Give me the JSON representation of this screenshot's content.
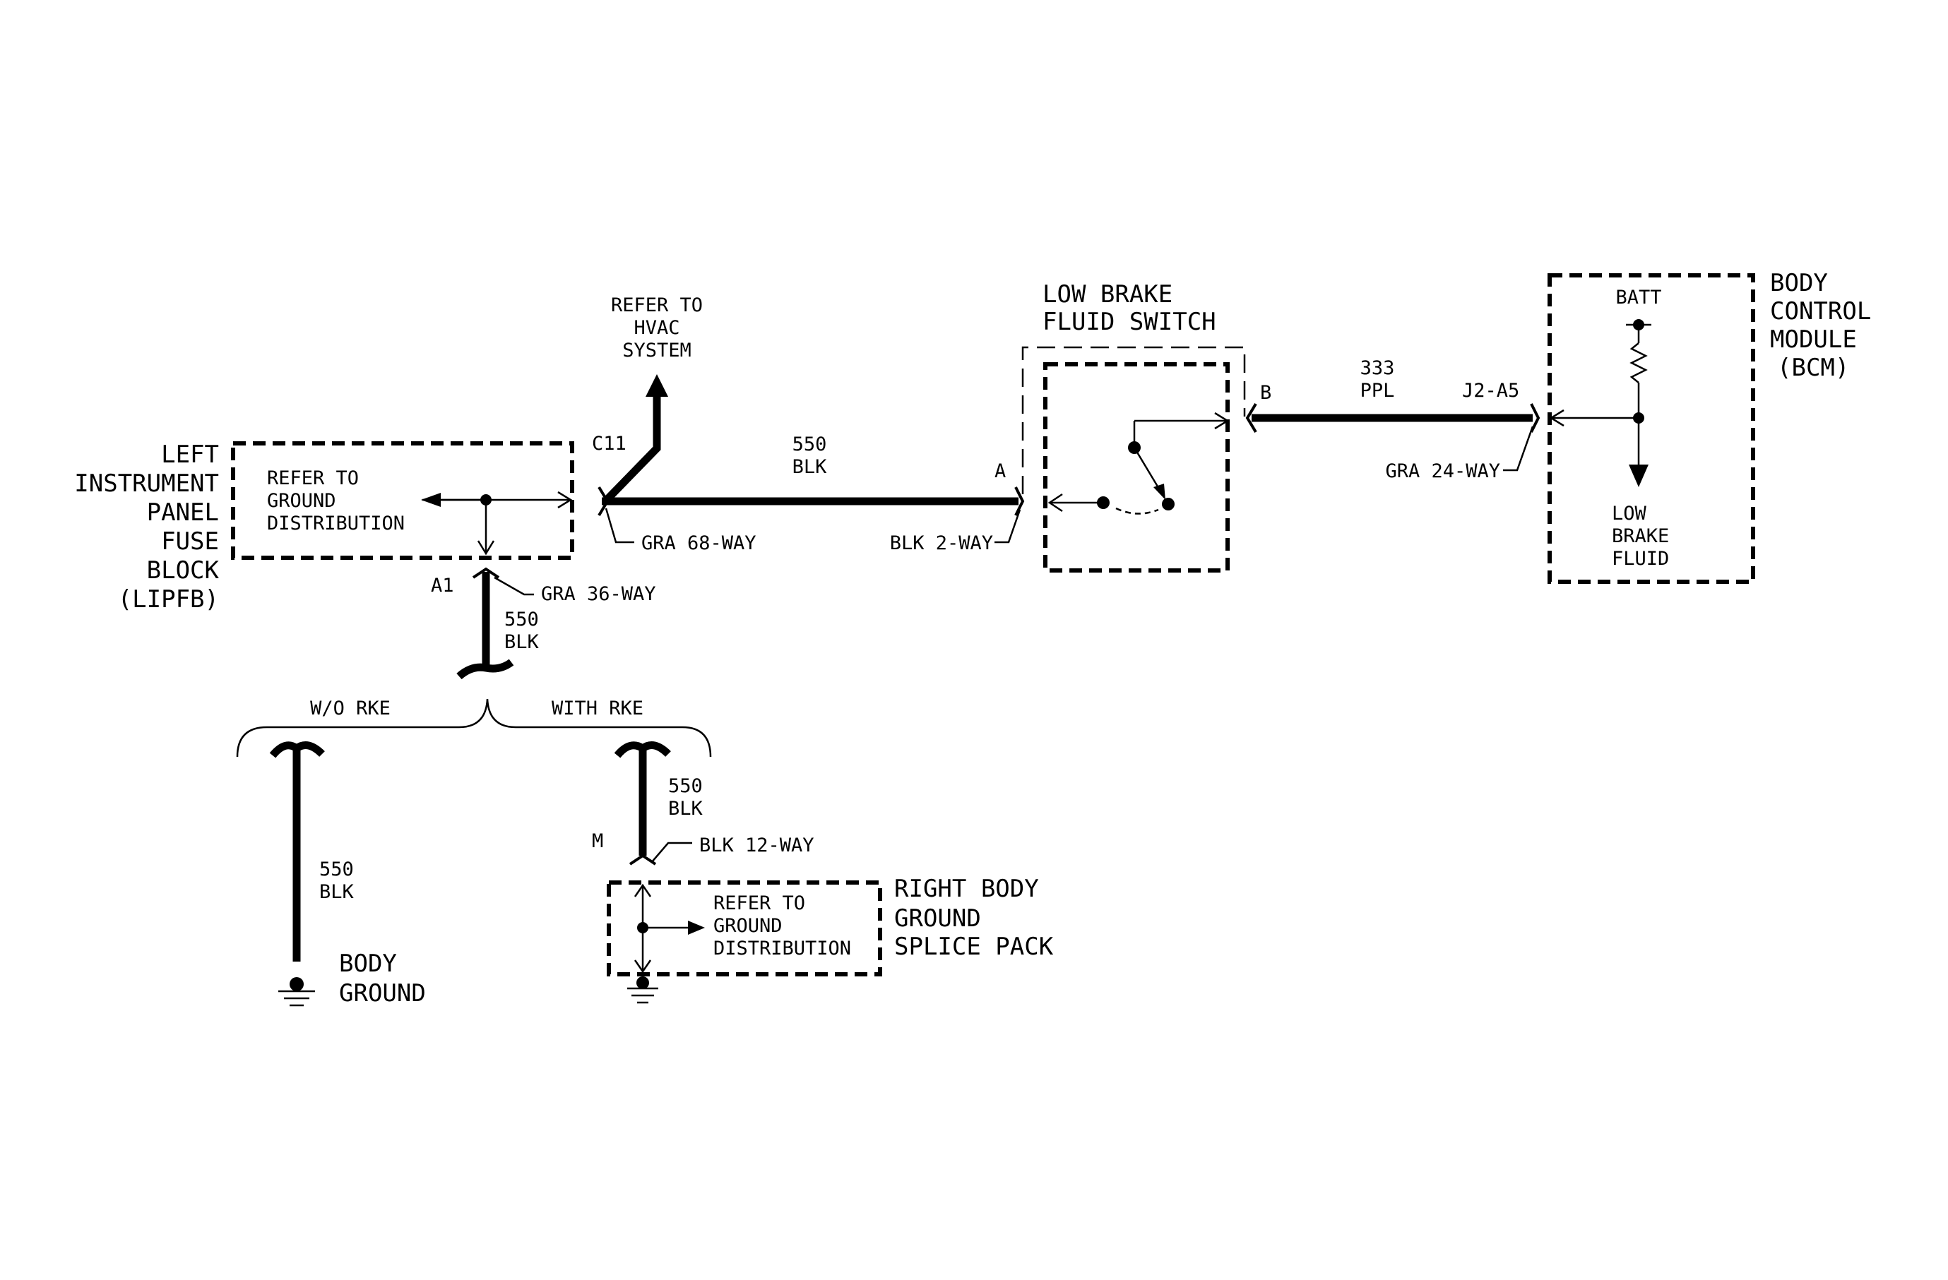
{
  "fuse_block": {
    "name_lines": [
      "LEFT",
      "INSTRUMENT",
      "PANEL",
      "FUSE",
      "BLOCK",
      "(LIPFB)"
    ],
    "ref_lines": [
      "REFER TO",
      "GROUND",
      "DISTRIBUTION"
    ]
  },
  "hvac_ref": {
    "lines": [
      "REFER TO",
      "HVAC",
      "SYSTEM"
    ]
  },
  "connectors": {
    "c11": "C11",
    "gra68": "GRA 68-WAY",
    "pin_a": "A",
    "blk2": "BLK 2-WAY",
    "a1": "A1",
    "gra36": "GRA 36-WAY",
    "pin_b": "B",
    "j2a5": "J2-A5",
    "gra24": "GRA 24-WAY",
    "pin_m": "M",
    "blk12": "BLK 12-WAY"
  },
  "wires": {
    "main": {
      "circuit": "550",
      "color": "BLK"
    },
    "down": {
      "circuit": "550",
      "color": "BLK"
    },
    "bcm": {
      "circuit": "333",
      "color": "PPL"
    },
    "rke_with": {
      "circuit": "550",
      "color": "BLK"
    },
    "rke_wo": {
      "circuit": "550",
      "color": "BLK"
    }
  },
  "switch": {
    "name_lines": [
      "LOW BRAKE",
      "FLUID SWITCH"
    ]
  },
  "bcm": {
    "name_lines": [
      "BODY",
      "CONTROL",
      "MODULE",
      "(BCM)"
    ],
    "batt": "BATT",
    "signal_lines": [
      "LOW",
      "BRAKE",
      "FLUID"
    ]
  },
  "options": {
    "without": "W/O RKE",
    "with": "WITH RKE"
  },
  "splice_pack": {
    "ref_lines": [
      "REFER TO",
      "GROUND",
      "DISTRIBUTION"
    ],
    "name_lines": [
      "RIGHT BODY",
      "GROUND",
      "SPLICE PACK"
    ]
  },
  "body_ground": {
    "lines": [
      "BODY",
      "GROUND"
    ]
  }
}
